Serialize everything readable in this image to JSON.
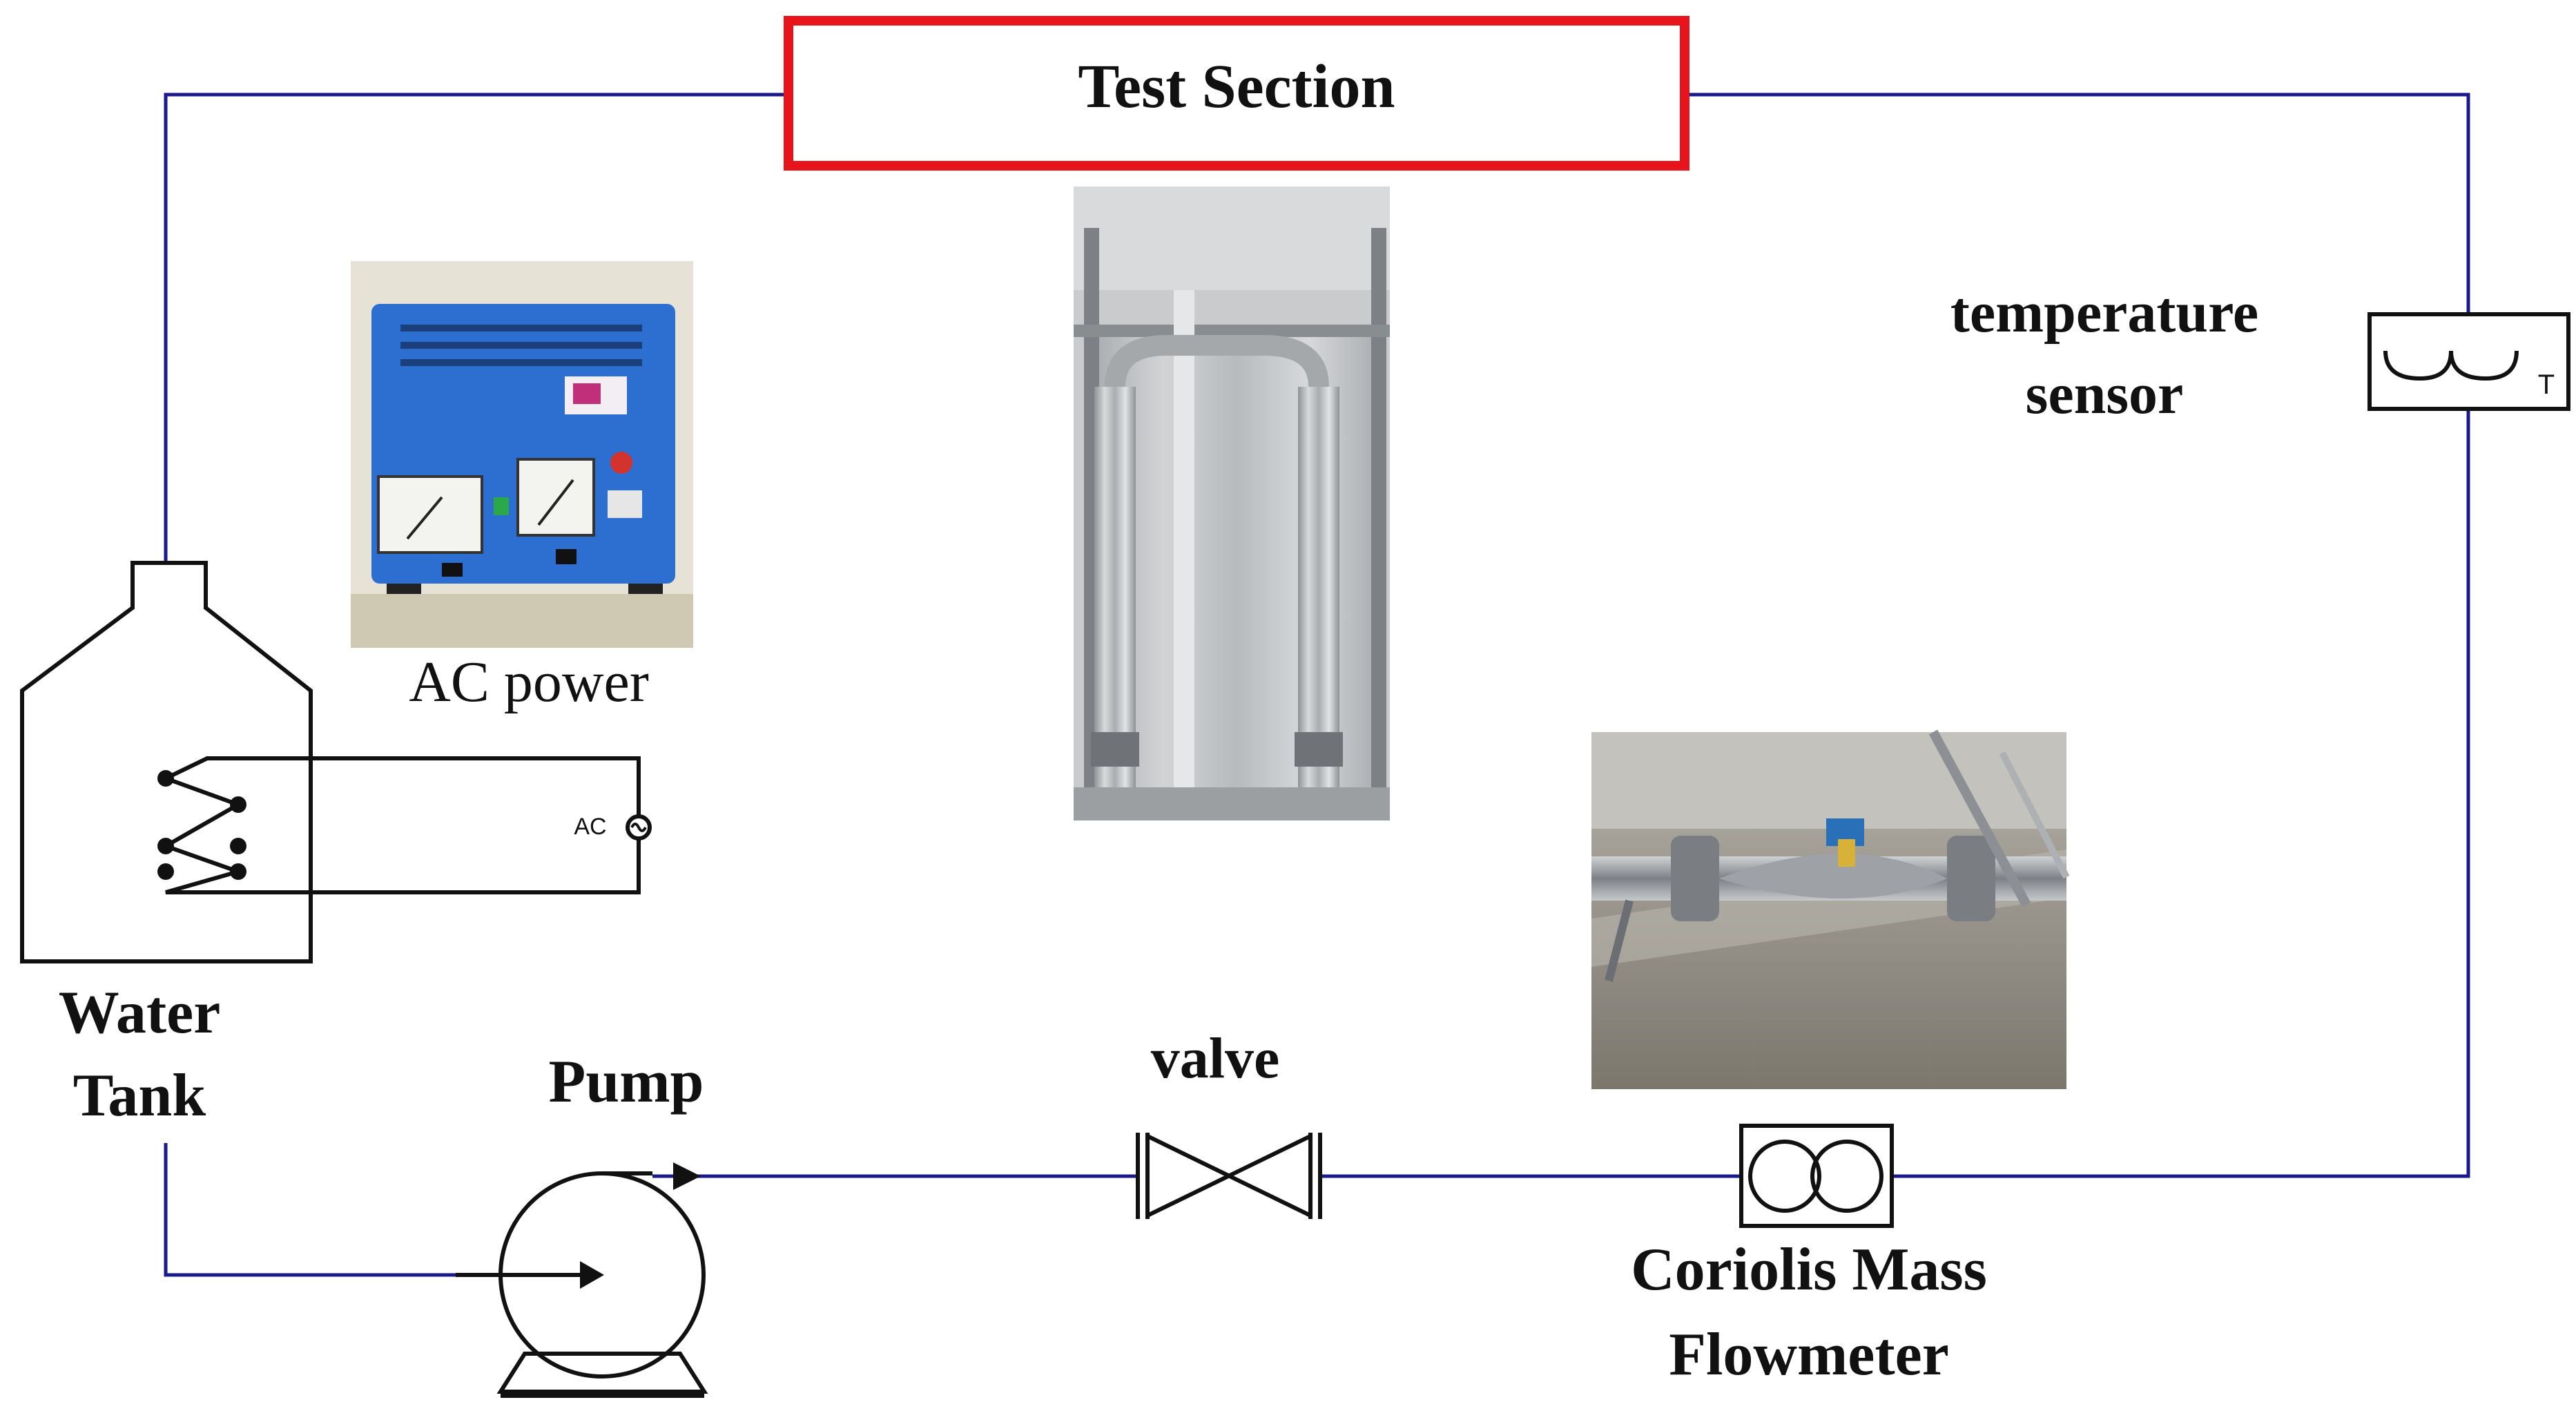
{
  "labels": {
    "test_section": "Test Section",
    "temperature_sensor_line1": "temperature",
    "temperature_sensor_line2": "sensor",
    "temperature_sensor_symbol": "T",
    "ac_power": "AC power",
    "ac_symbol": "AC",
    "water_tank_line1": "Water",
    "water_tank_line2": "Tank",
    "pump": "Pump",
    "valve": "valve",
    "flowmeter_line1": "Coriolis Mass",
    "flowmeter_line2": "Flowmeter"
  },
  "colors": {
    "pipe_line": "#1a1a8c",
    "test_section_border": "#e8141b",
    "symbol_stroke": "#111111",
    "ac_unit_body": "#2d6fd0",
    "steel_photo": "#b9bcbf",
    "concrete_photo": "#9a958c"
  }
}
